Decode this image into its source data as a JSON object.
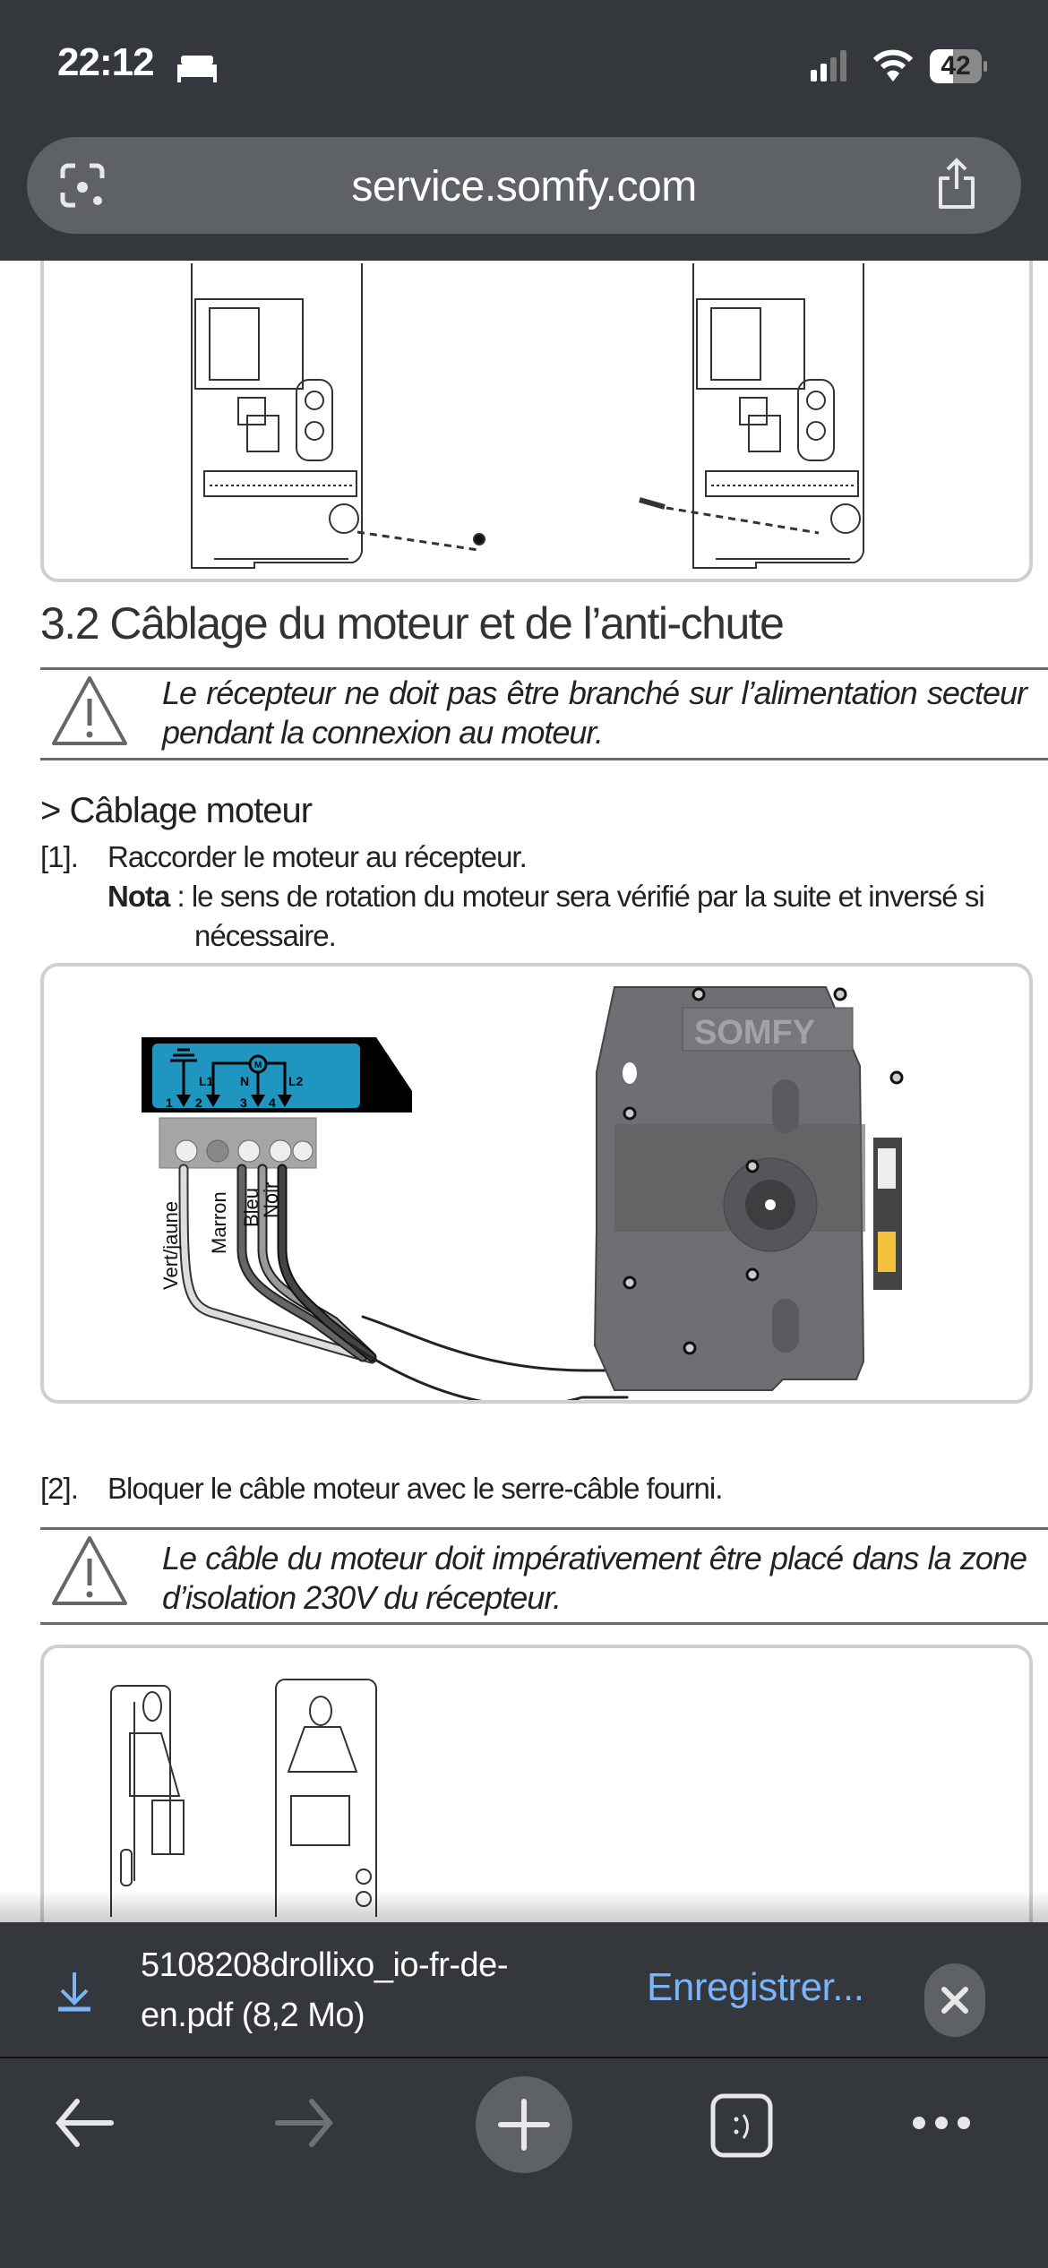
{
  "status_bar": {
    "time": "22:12",
    "battery": "42"
  },
  "browser": {
    "url": "service.somfy.com"
  },
  "document": {
    "section_title": "3.2 Câblage du moteur et de l’anti-chute",
    "warning1": [
      "Le récepteur ne doit pas être branché sur l’alimentation secteur",
      "pendant la connexion au moteur."
    ],
    "subsection": "> Câblage moteur",
    "step1_num": "[1].",
    "step1": "Raccorder le moteur au récepteur.",
    "nota_label": "Nota",
    "nota_text": " : le sens de rotation du moteur sera vérifié par la suite et inversé si",
    "nota_text2": "nécessaire.",
    "diagram": {
      "terminals": [
        "1",
        "2",
        "3",
        "4"
      ],
      "phases": [
        "L1",
        "N",
        "L2"
      ],
      "motor": "M",
      "wires": [
        "Vert/jaune",
        "Marron",
        "Bleu",
        "Noir"
      ],
      "logo": "SOMFY"
    },
    "step2_num": "[2].",
    "step2": "Bloquer le câble moteur avec le serre-câble fourni.",
    "warning2": [
      "Le câble du moteur doit impérativement être placé dans la zone",
      "d’isolation 230V du récepteur."
    ]
  },
  "download": {
    "filename_line1": "5108208drollixo_io-fr-de-",
    "filename_line2": "en.pdf (8,2 Mo)",
    "save_label": "Enregistrer..."
  },
  "colors": {
    "bar": "#34373b",
    "accent": "#7ab4f9",
    "terminal_blue": "#1e96bf",
    "yellow": "#f5c33b"
  }
}
